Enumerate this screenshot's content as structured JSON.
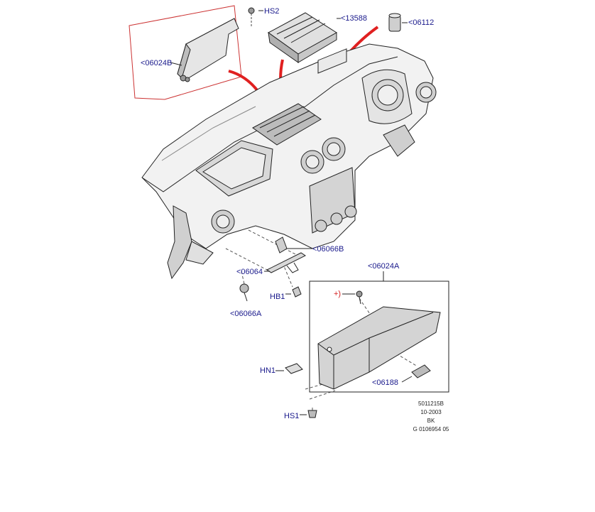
{
  "colors": {
    "callout_text": "#1a1a8c",
    "highlight_arrow": "#e02020",
    "highlight_box": "#cc3333",
    "marker": "#d42020",
    "line_art": "#222222",
    "shading": "#c8c8c8"
  },
  "callouts": {
    "hs2": "HS2",
    "p13588": "<13588",
    "p06112": "<06112",
    "p06024b": "<06024B",
    "p06066b": "<06066B",
    "p06064": "<06064",
    "hb1": "HB1",
    "p06066a": "<06066A",
    "p06024a": "<06024A",
    "plus_marker": "+)",
    "hn1": "HN1",
    "p06188": "<06188",
    "hs1": "HS1"
  },
  "drawing_info": {
    "number": "5011215B",
    "date": "10-2003",
    "code": "BK",
    "ref": "G 0106954 05"
  }
}
